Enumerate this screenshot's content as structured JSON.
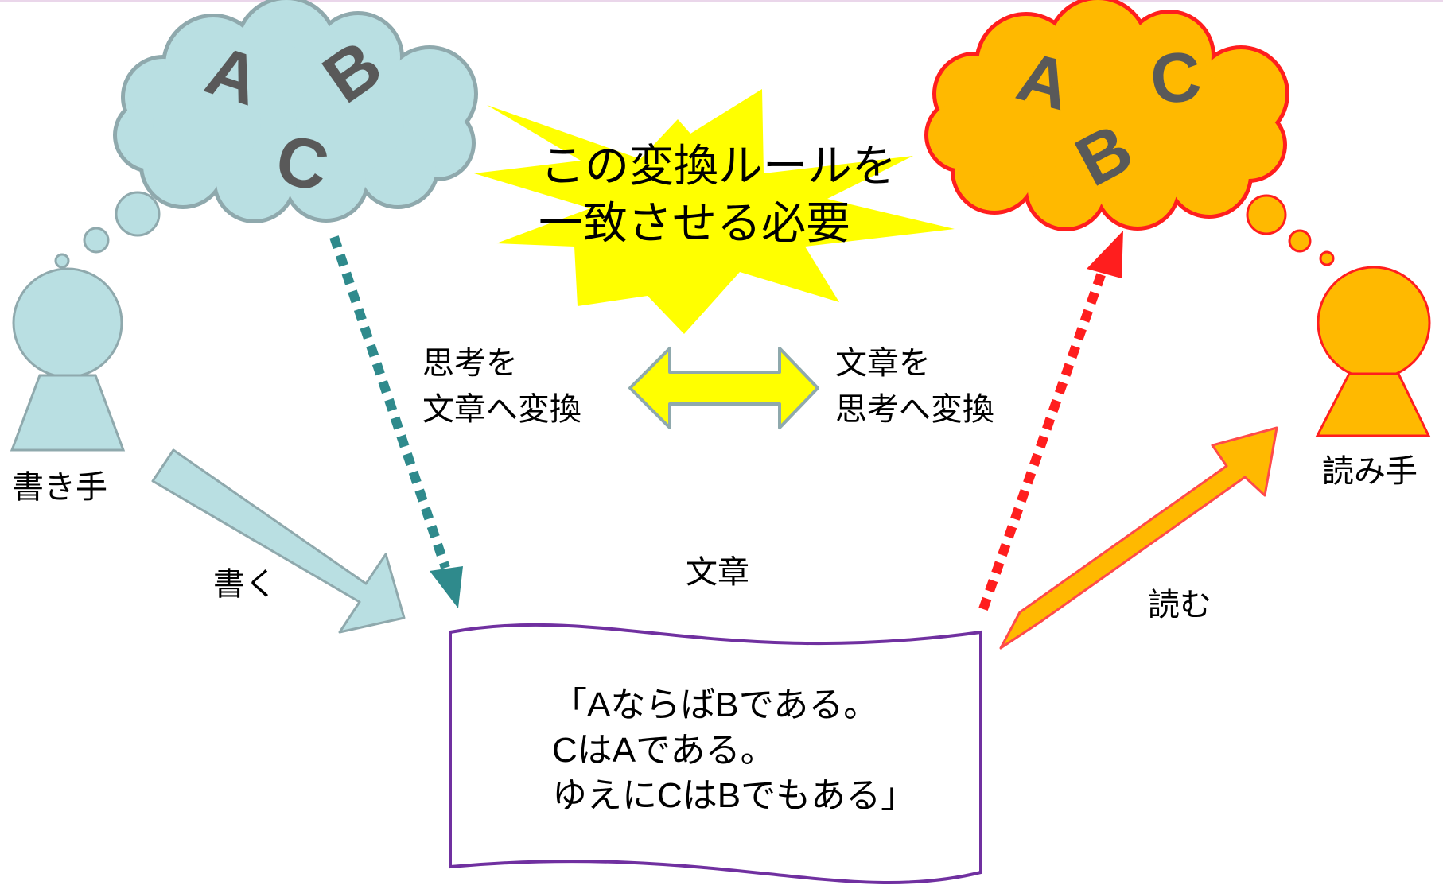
{
  "colors": {
    "writer": "#b9dfe2",
    "writer_stroke": "#8fa9ad",
    "reader": "#ffb900",
    "reader_stroke": "#ff1e1e",
    "burst": "#ffff00",
    "dashed_writer": "#2f8a8c",
    "dashed_reader": "#ff1e1e",
    "document_stroke": "#7030a0",
    "letters": "#595959"
  },
  "writer_cloud": {
    "letters": [
      "A",
      "B",
      "C"
    ]
  },
  "reader_cloud": {
    "letters": [
      "A",
      "C",
      "B"
    ]
  },
  "burst": {
    "line1": "この変換ルールを",
    "line2": "一致させる必要"
  },
  "writer": {
    "label": "書き手",
    "action": "書く",
    "convert_line1": "思考を",
    "convert_line2": "文章へ変換"
  },
  "reader": {
    "label": "読み手",
    "action": "読む",
    "convert_line1": "文章を",
    "convert_line2": "思考へ変換"
  },
  "document": {
    "title": "文章",
    "line1": "「AならばBである。",
    "line2": "CはAである。",
    "line3": "ゆえにCはBでもある」"
  }
}
